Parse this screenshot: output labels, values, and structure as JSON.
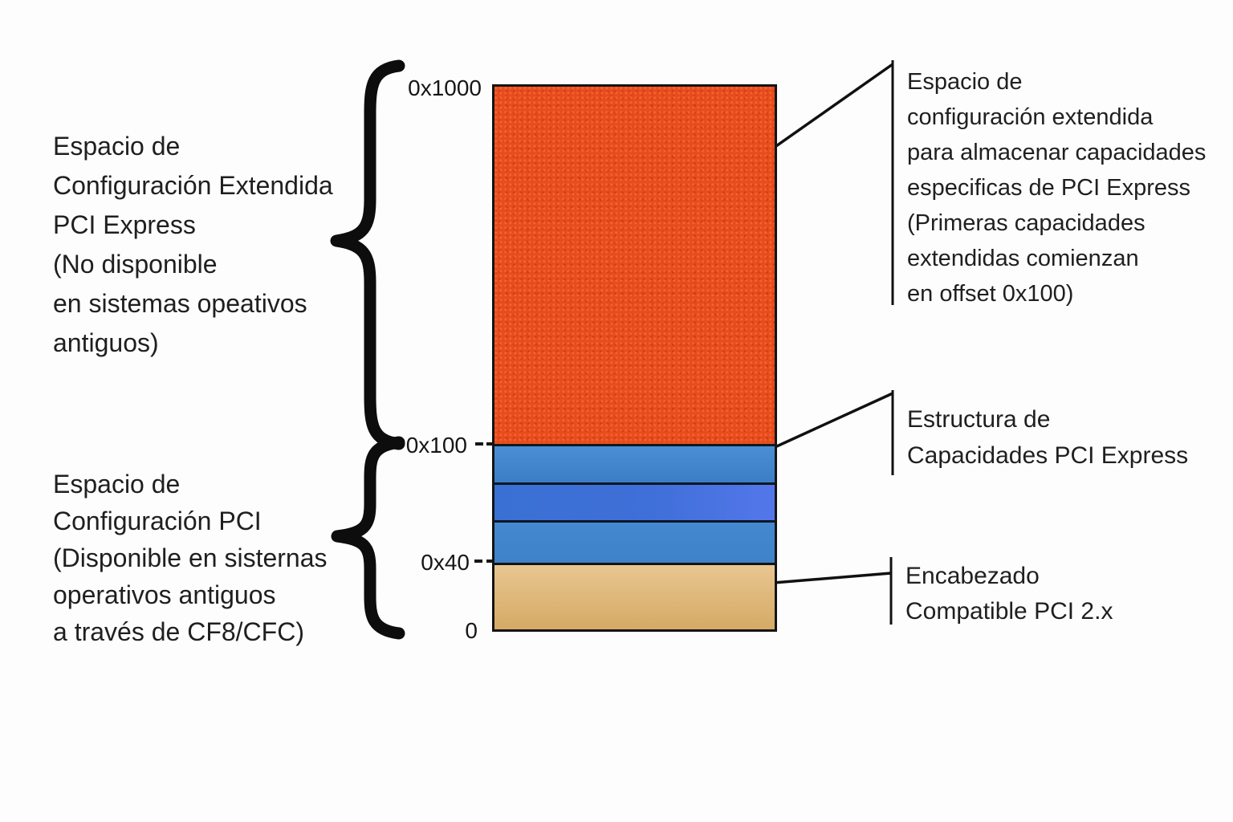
{
  "diagram": {
    "ticks": {
      "top": "0x1000",
      "mid": "0x100",
      "low": "0x40",
      "zero": "0"
    },
    "left": {
      "extended": {
        "lines": [
          "Espacio de",
          "Configuración Extendida",
          "PCI Express",
          "(No disponible",
          "en sistemas opeativos",
          "antiguos)"
        ]
      },
      "pci": {
        "lines": [
          "Espacio de",
          "Configuración PCI",
          "(Disponible en sisternas",
          "operativos antiguos",
          "a través de CF8/CFC)"
        ]
      }
    },
    "right": {
      "extended_desc": {
        "lines": [
          "Espacio de",
          "configuración extendida",
          "para almacenar capacidades",
          "especificas de PCI Express",
          "(Primeras capacidades",
          "extendidas comienzan",
          "en offset 0x100)"
        ]
      },
      "capabilities": {
        "lines": [
          "Estructura de",
          "Capacidades PCI Express"
        ]
      },
      "header": {
        "lines": [
          "Encabezado",
          "Compatible PCI 2.x"
        ]
      }
    },
    "bar_sections": [
      {
        "name": "espacio-configuracion-extendida",
        "from": "0x100",
        "to": "0x1000",
        "color": "#e84c1c"
      },
      {
        "name": "capacidad-pcie-1",
        "color": "#4487d0"
      },
      {
        "name": "capacidad-pcie-2",
        "color": "#3f70d8"
      },
      {
        "name": "capacidad-pcie-3",
        "color": "#4487d0"
      },
      {
        "name": "encabezado-pci-2x",
        "from": "0",
        "to": "0x40",
        "color": "#dfb97c"
      }
    ],
    "colors": {
      "outline": "#141414",
      "text": "#1f1f1f",
      "background": "#fdfdfd",
      "orange": "#e84c1c",
      "blue_light": "#4487d0",
      "blue_royal": "#3f70d8",
      "tan": "#dfb97c"
    }
  }
}
